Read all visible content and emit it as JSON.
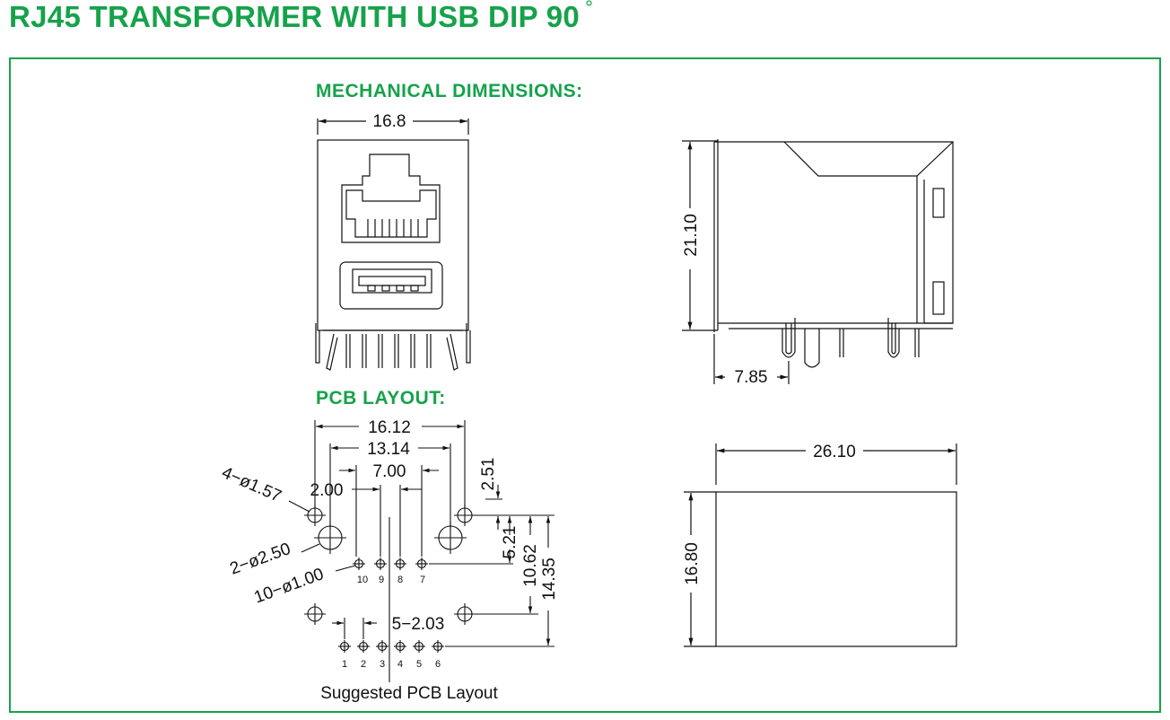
{
  "title": "RJ45 TRANSFORMER WITH USB DIP 90",
  "title_degree": "°",
  "accent_color": "#16a24a",
  "sections": {
    "mechanical": "MECHANICAL DIMENSIONS:",
    "pcb": "PCB LAYOUT:"
  },
  "front_view": {
    "width_dim": "16.8"
  },
  "side_view": {
    "height_dim": "21.10",
    "pin_offset_dim": "7.85"
  },
  "top_view": {
    "length_dim": "26.10",
    "width_dim": "16.80"
  },
  "pcb_layout": {
    "dims": {
      "overall_width": "16.12",
      "inner_width": "13.14",
      "pin_span": "7.00",
      "pin_gap": "2.00",
      "top_offset": "2.51",
      "row_offset": "5.21",
      "row_spacing": "10.62",
      "overall_height": "14.35",
      "bottom_pitch": "5−2.03"
    },
    "holes": {
      "mount_small": "4−ø1.57",
      "mount_large": "2−ø2.50",
      "pins": "10−ø1.00"
    },
    "top_row_pins": [
      "10",
      "9",
      "8",
      "7"
    ],
    "bottom_row_pins": [
      "1",
      "2",
      "3",
      "4",
      "5",
      "6"
    ],
    "caption": "Suggested PCB Layout"
  }
}
